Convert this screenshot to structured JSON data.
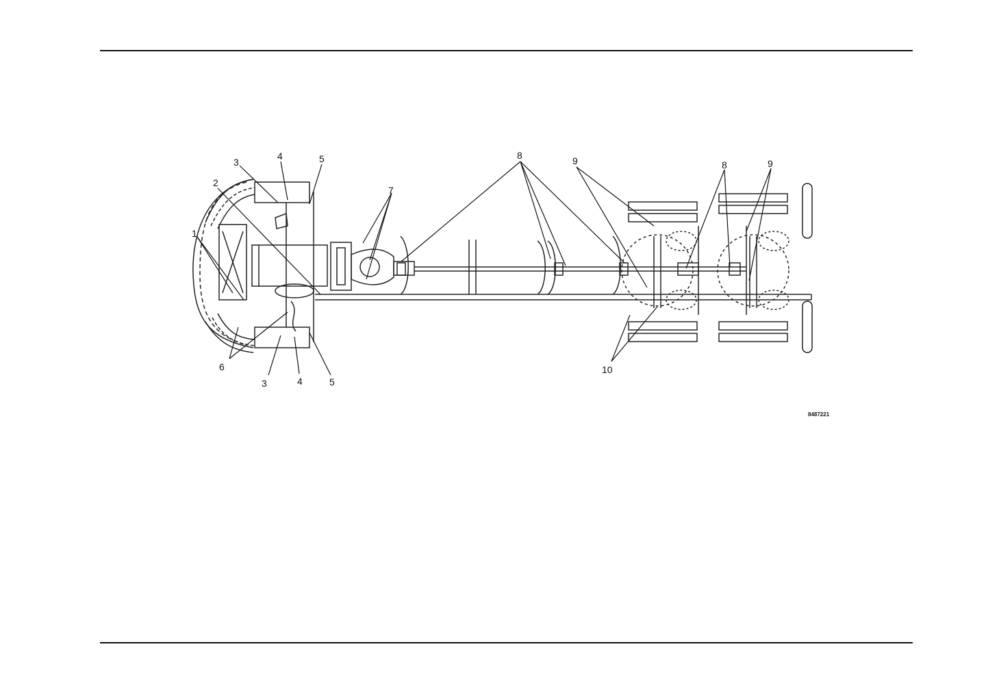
{
  "figure": {
    "id_code": "8487221",
    "callouts": {
      "c1": "1",
      "c2": "2",
      "c3_top": "3",
      "c4_top": "4",
      "c5_top": "5",
      "c6": "6",
      "c3_bottom": "3",
      "c4_bottom": "4",
      "c5_bottom": "5",
      "c7": "7",
      "c8_mid": "8",
      "c9_mid": "9",
      "c8_rear": "8",
      "c9_rear": "9",
      "c10": "10"
    }
  }
}
